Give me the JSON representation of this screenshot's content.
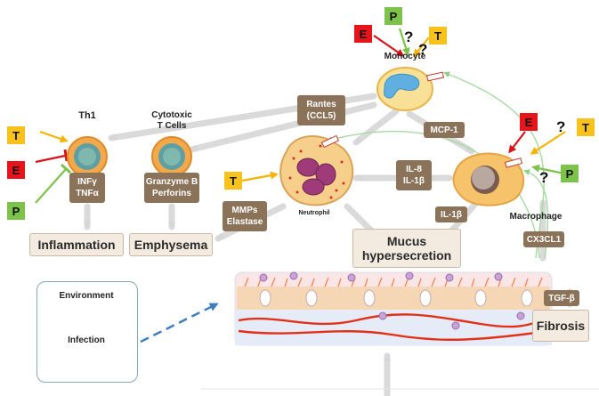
{
  "cells": {
    "monocyte": "Monocyte",
    "th1": "Th1",
    "cytotoxic": [
      "Cytotoxic",
      "T Cells"
    ],
    "neutrophil": "Neutrophil",
    "macrophage": "Macrophage"
  },
  "mediators": {
    "rantes": [
      "Rantes",
      "(CCL5)"
    ],
    "mcp1": "MCP-1",
    "il8_il1b": [
      "IL-8",
      "IL-1β"
    ],
    "il1b": "IL-1β",
    "infg_tnfa": [
      "INFγ",
      "TNFα"
    ],
    "granzyme_perforins": [
      "Granzyme B",
      "Perforins"
    ],
    "mmps_elastase": [
      "MMPs",
      "Elastase"
    ],
    "cx3cl1": "CX3CL1",
    "tgfb": "TGF-β"
  },
  "outcomes": {
    "inflammation": "Inflammation",
    "emphysema": "Emphysema",
    "mucus": [
      "Mucus",
      "hypersecretion"
    ],
    "fibrosis": "Fibrosis"
  },
  "environment_box": {
    "environment": "Environment",
    "infection": "Infection"
  },
  "drug_markers": {
    "T": "T",
    "E": "E",
    "P": "P",
    "unknown": "?"
  },
  "colors": {
    "T": "#f7c21c",
    "E": "#e8141b",
    "P": "#7dc24b",
    "mediator_box": "#8b735a",
    "outcome_box": "#f3ebe0",
    "arrow_gray": "#d9d9d9",
    "arrow_green": "#9ed49a",
    "dashed_arrow": "#3f7fbf"
  }
}
